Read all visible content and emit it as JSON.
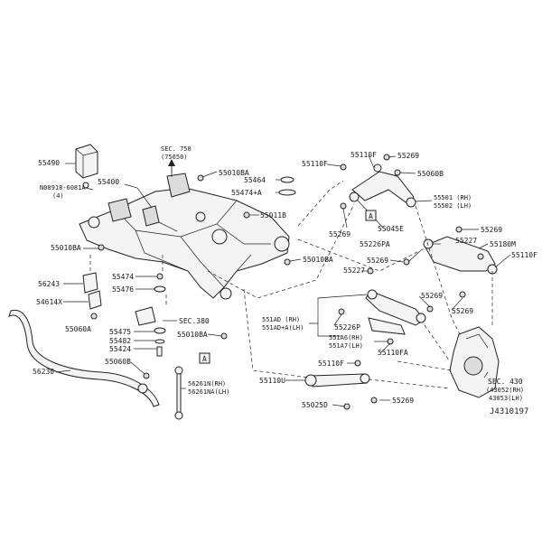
{
  "labels": {
    "l55490": "55490",
    "l08918": "N08918-6081A",
    "l08918q": "(4)",
    "l55400": "55400",
    "lsec750": "SEC. 750",
    "lsec750b": "(75650)",
    "l55010ba_a": "55010BA",
    "l55464": "55464",
    "l55474a": "55474+A",
    "l55011b": "55011B",
    "l55010ba_b": "55010BA",
    "l55010ba_c": "55010BA",
    "l56243": "56243",
    "l54614x": "54614X",
    "l55060a": "55060A",
    "l55474": "55474",
    "l55476": "55476",
    "lsec380": "SEC.380",
    "l55475": "55475",
    "l55482": "55482",
    "l55424": "55424",
    "l55010ba_d": "55010BA",
    "l56230": "56230",
    "l55060b_a": "55060B",
    "l56261n": "56261N(RH)",
    "l56261na": "56261NA(LH)",
    "l55110f_a": "55110F",
    "l55110f_b": "55110F",
    "l55269_a": "55269",
    "l55060b_b": "55060B",
    "l55501": "55501 (RH)",
    "l55502": "55502 (LH)",
    "l55045e": "55045E",
    "l55269_b": "55269",
    "l55269_c": "55269",
    "l55226pa": "55226PA",
    "l55227_a": "55227",
    "l55180m": "55180M",
    "l55110f_c": "55110F",
    "l55269_d": "55269",
    "l55227_b": "55227",
    "l55269_e": "55269",
    "l55269_f": "55269",
    "l551ad": "551AD (RH)",
    "l551ada": "551AD+A(LH)",
    "l55226p": "55226P",
    "l551a6": "551A6(RH)",
    "l551a7": "551A7(LH)",
    "l55110fa": "55110FA",
    "l55110f_d": "55110F",
    "l55110u": "55110U",
    "l55025d": "55025D",
    "l55269_g": "55269",
    "lsec430": "SEC. 430",
    "l43052": "(43052(RH)",
    "l43053": "43053(LH)",
    "callout_a": "A",
    "callout_b": "A",
    "drawing_code": "J4310197"
  }
}
